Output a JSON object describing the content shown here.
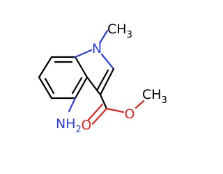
{
  "atoms": {
    "ring_nitrogen": "N",
    "amino": {
      "symbol": "NH",
      "subscript": "2"
    },
    "carbonyl_oxygen": "O",
    "ester_oxygen": "O",
    "n_methyl": {
      "symbol": "CH",
      "subscript": "3"
    },
    "ester_methyl": {
      "symbol": "CH",
      "subscript": "3"
    }
  },
  "colors": {
    "carbon_bond": "#000000",
    "nitrogen": "#2c3ee6",
    "oxygen": "#e0261f",
    "carbon_label": "#000000",
    "background": "#ffffff"
  }
}
